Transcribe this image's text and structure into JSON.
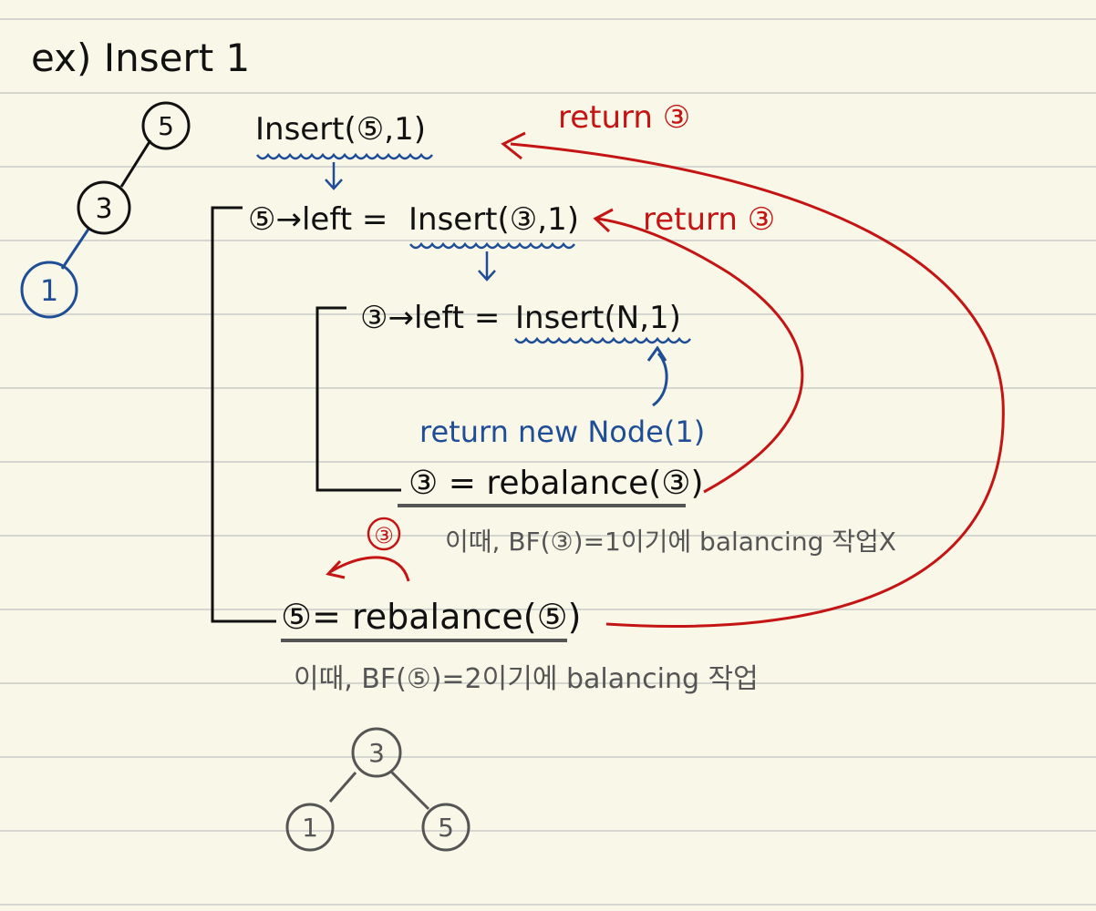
{
  "title": "ex) Insert 1",
  "tree_before": {
    "root": "5",
    "mid": "3",
    "leaf": "1"
  },
  "tree_after": {
    "root": "3",
    "left": "1",
    "right": "5"
  },
  "calls": {
    "top_call": "Insert(⑤,1)",
    "level1_lhs": "⑤→left =",
    "level1_call": "Insert(③,1)",
    "level2_lhs": "③→left =",
    "level2_call": "Insert(N,1)",
    "base_return": "return new Node(1)",
    "rebalance_3": "③ = rebalance(③)",
    "note_3": "이때, BF(③)=1이기에 balancing 작업X",
    "rebalance_5": "⑤= rebalance(⑤)",
    "note_5": "이때, BF(⑤)=2이기에 balancing 작업",
    "return_top": "return ③",
    "return_mid": "return ③",
    "small_label": "③"
  },
  "colors": {
    "black": "#111111",
    "red": "#c41414",
    "blue": "#1f4e96",
    "gray": "#555555",
    "paper": "#f9f7e8",
    "line": "#d6d6d0"
  }
}
